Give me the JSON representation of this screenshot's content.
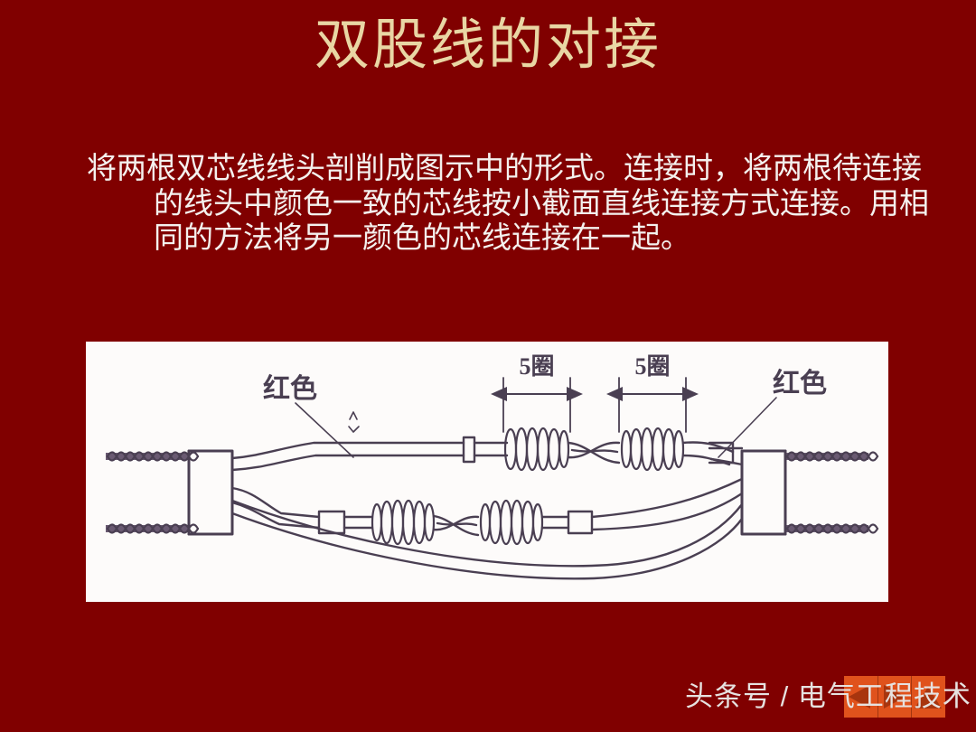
{
  "slide": {
    "background_color": "#800000",
    "title": "双股线的对接",
    "title_color": "#e9d6a4",
    "body_text": "将两根双芯线线头剖削成图示中的形式。连接时，将两根待连接的线头中颜色一致的芯线按小截面直线连接方式连接。用相同的方法将另一颜色的芯线连接在一起。",
    "body_color": "#f4f1ee"
  },
  "figure": {
    "background_color": "#fdfbfa",
    "ink_color": "#4a3f52",
    "labels": {
      "left_color_label": "红色",
      "right_color_label": "红色",
      "turns_label_1": "5圈",
      "turns_label_2": "5圈"
    }
  },
  "footer": {
    "text": "头条号 / 电气工程技术",
    "text_color": "#e6e2e0",
    "logo_color": "#e0521c",
    "logo_glyph_color": "#a8350e",
    "logo_segments": [
      "triangle-left",
      "triangle-right",
      "triangle-up"
    ]
  }
}
